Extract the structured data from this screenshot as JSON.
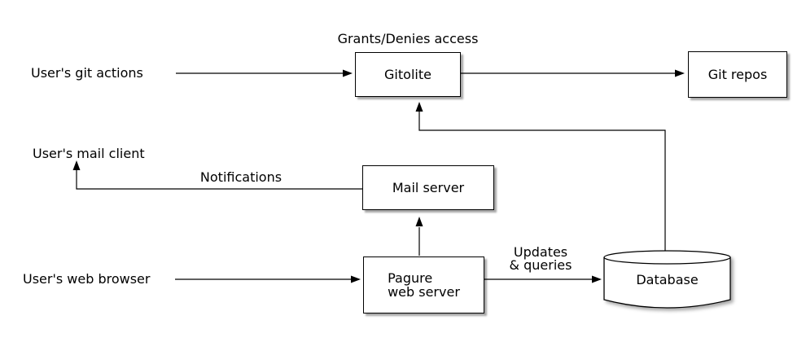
{
  "diagram": {
    "background_color": "#ffffff",
    "line_color": "#000000",
    "node_fill_color": "#ffffff",
    "text_color": "#000000",
    "nodes": {
      "gitolite": {
        "label": "Gitolite",
        "shape": "box"
      },
      "git_repos": {
        "label": "Git repos",
        "shape": "box"
      },
      "mail_server": {
        "label": "Mail server",
        "shape": "box"
      },
      "pagure_web_server": {
        "lines": [
          "Pagure",
          "web server"
        ],
        "shape": "box"
      },
      "database": {
        "label": "Database",
        "shape": "cylinder"
      }
    },
    "external_labels": {
      "git_actions": "User's git actions",
      "mail_client": "User's mail client",
      "web_browser": "User's web browser"
    },
    "edge_labels": {
      "grants_denies": "Grants/Denies access",
      "notifications": "Notifications",
      "updates_queries": [
        "Updates",
        "& queries"
      ]
    }
  }
}
